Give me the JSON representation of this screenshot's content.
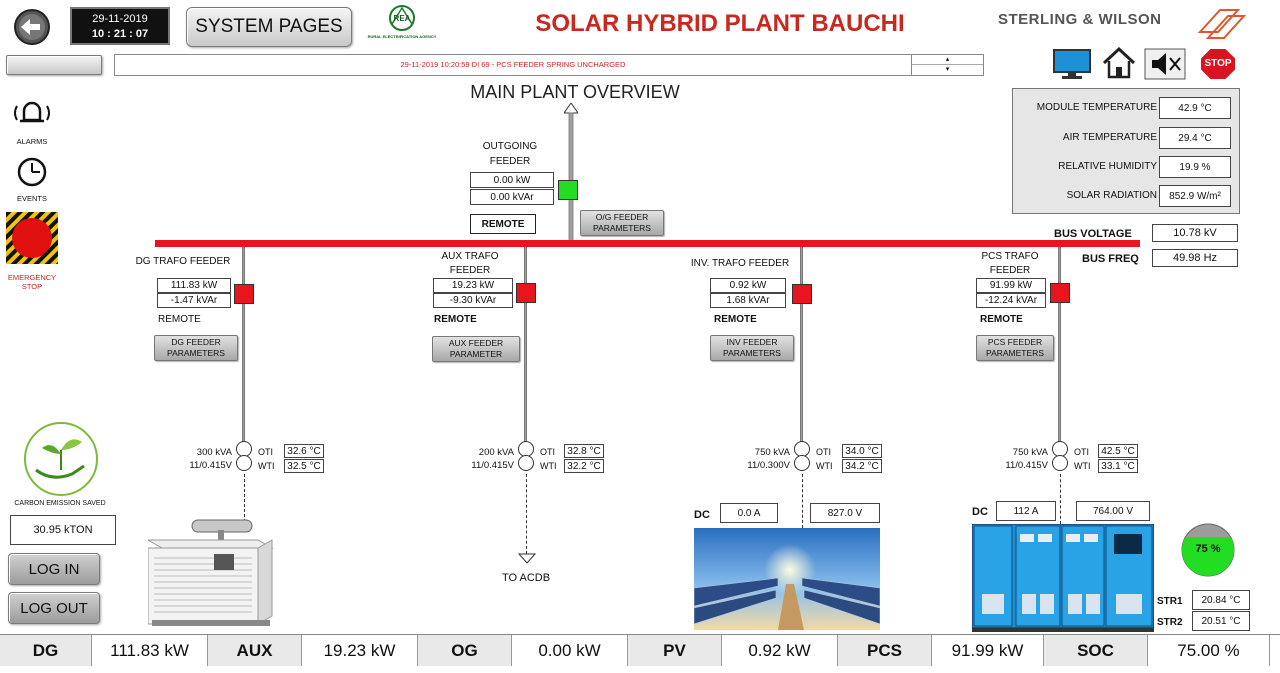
{
  "header": {
    "title": "SOLAR HYBRID PLANT BAUCHI",
    "date": "29-11-2019",
    "time": "10 : 21 : 07",
    "system_pages_label": "SYSTEM PAGES",
    "rea_logo_text": "REA",
    "rea_caption": "RURAL ELECTRIFICATION AGENCY",
    "company": "STERLING & WILSON",
    "alarm_message": "29-11-2019 10:20:59 DI 69 - PCS FEEDER SPRING UNCHARGED",
    "stop_label": "STOP"
  },
  "page_title": "MAIN PLANT OVERVIEW",
  "sidebar": {
    "alarms_label": "ALARMS",
    "events_label": "EVENTS",
    "emergency_label": "EMERGENCY STOP",
    "carbon_label": "CARBON EMISSION SAVED",
    "carbon_value": "30.95 kTON",
    "login_label": "LOG IN",
    "logout_label": "LOG OUT"
  },
  "weather": [
    {
      "label": "MODULE TEMPERATURE",
      "value": "42.9 °C"
    },
    {
      "label": "AIR TEMPERATURE",
      "value": "29.4 °C"
    },
    {
      "label": "RELATIVE HUMIDITY",
      "value": "19.9 %"
    },
    {
      "label": "SOLAR RADIATION",
      "value": "852.9 W/m²"
    }
  ],
  "bus": {
    "voltage_label": "BUS VOLTAGE",
    "voltage_value": "10.78 kV",
    "freq_label": "BUS FREQ",
    "freq_value": "49.98 Hz"
  },
  "outgoing": {
    "title": "OUTGOING FEEDER",
    "kw": "0.00 kW",
    "kvar": "0.00 kVAr",
    "remote": "REMOTE",
    "params": "O/G FEEDER PARAMETERS"
  },
  "feeders": [
    {
      "title": "DG TRAFO FEEDER",
      "kw": "111.83 kW",
      "kvar": "-1.47 kVAr",
      "remote": "REMOTE",
      "params": "DG FEEDER PARAMETERS",
      "kva": "300 kVA",
      "ratio": "11/0.415V",
      "oti_label": "OTI",
      "wti_label": "WTI",
      "oti": "32.6 °C",
      "wti": "32.5 °C"
    },
    {
      "title": "AUX TRAFO FEEDER",
      "kw": "19.23 kW",
      "kvar": "-9.30 kVAr",
      "remote": "REMOTE",
      "params": "AUX FEEDER PARAMETER",
      "kva": "200 kVA",
      "ratio": "11/0.415V",
      "oti_label": "OTI",
      "wti_label": "WTI",
      "oti": "32.8 °C",
      "wti": "32.2 °C"
    },
    {
      "title": "INV. TRAFO FEEDER",
      "kw": "0.92 kW",
      "kvar": "1.68 kVAr",
      "remote": "REMOTE",
      "params": "INV FEEDER PARAMETERS",
      "kva": "750 kVA",
      "ratio": "11/0.300V",
      "oti_label": "OTI",
      "wti_label": "WTI",
      "oti": "34.0 °C",
      "wti": "34.2 °C"
    },
    {
      "title": "PCS TRAFO FEEDER",
      "kw": "91.99 kW",
      "kvar": "-12.24 kVAr",
      "remote": "REMOTE",
      "params": "PCS FEEDER PARAMETERS",
      "kva": "750 kVA",
      "ratio": "11/0.415V",
      "oti_label": "OTI",
      "wti_label": "WTI",
      "oti": "42.5 °C",
      "wti": "33.1 °C"
    }
  ],
  "acdb_label": "TO ACDB",
  "pv_dc": {
    "label": "DC",
    "current": "0.0 A",
    "voltage": "827.0 V"
  },
  "pcs_dc": {
    "label": "DC",
    "current": "112 A",
    "voltage": "764.00 V"
  },
  "battery": {
    "soc_text": "75 %",
    "soc_fraction": 0.75,
    "str1_label": "STR1",
    "str1_value": "20.84 °C",
    "str2_label": "STR2",
    "str2_value": "20.51 °C"
  },
  "bottom_bar": [
    {
      "label": "DG",
      "value": "111.83 kW"
    },
    {
      "label": "AUX",
      "value": "19.23 kW"
    },
    {
      "label": "OG",
      "value": "0.00 kW"
    },
    {
      "label": "PV",
      "value": "0.92 kW"
    },
    {
      "label": "PCS",
      "value": "91.99 kW"
    },
    {
      "label": "SOC",
      "value": "75.00 %"
    }
  ],
  "colors": {
    "title": "#c8281e",
    "bus": "#e8141e",
    "breaker_closed": "#e8141e",
    "breaker_open": "#22dd22",
    "soc": "#22dd22"
  }
}
